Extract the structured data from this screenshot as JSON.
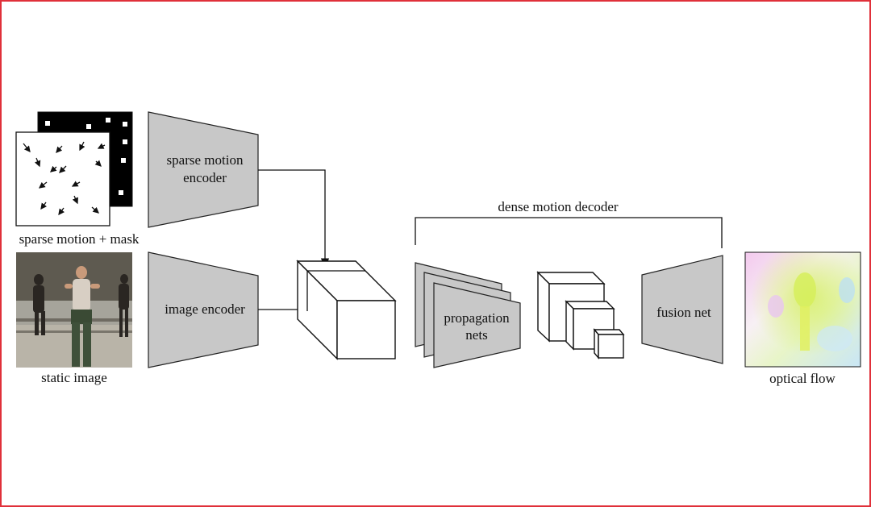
{
  "labels": {
    "sparse_mask": "sparse motion + mask",
    "static_image": "static image",
    "sparse_encoder_line1": "sparse motion",
    "sparse_encoder_line2": "encoder",
    "image_encoder": "image encoder",
    "dense_decoder": "dense motion decoder",
    "propagation_line1": "propagation",
    "propagation_line2": "nets",
    "fusion_net": "fusion net",
    "optical_flow": "optical flow"
  },
  "colors": {
    "border": "#e0303a",
    "block_fill": "#c8c8c8"
  }
}
